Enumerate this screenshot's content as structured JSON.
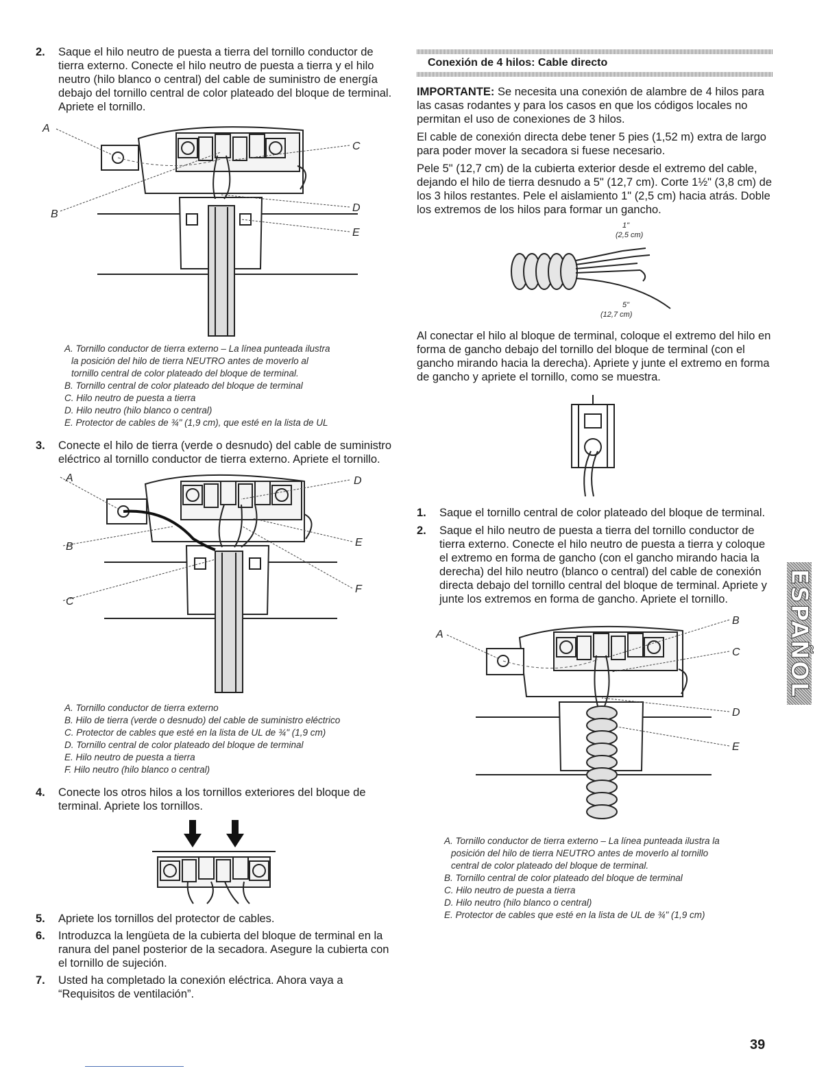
{
  "left": {
    "step2": {
      "num": "2.",
      "text": "Saque el hilo neutro de puesta a tierra del tornillo conductor de tierra externo. Conecte el hilo neutro de puesta a tierra y el hilo neutro (hilo blanco o central) del cable de suministro de energía debajo del tornillo central de color plateado del bloque de terminal. Apriete el tornillo."
    },
    "fig1": {
      "labels": [
        "A",
        "B",
        "C",
        "D",
        "E"
      ],
      "captions": [
        "A. Tornillo conductor de tierra externo – La línea punteada ilustra",
        "la posición del hilo de tierra NEUTRO antes de moverlo al",
        "tornillo central de color plateado del bloque de terminal.",
        "B. Tornillo central de color plateado del bloque de terminal",
        "C. Hilo neutro de puesta a tierra",
        "D. Hilo neutro (hilo blanco o central)",
        "E. Protector de cables de ¾\" (1,9 cm), que esté en la lista de UL"
      ]
    },
    "step3": {
      "num": "3.",
      "text": "Conecte el hilo de tierra (verde o desnudo) del cable de suministro eléctrico al tornillo conductor de tierra externo. Apriete el tornillo."
    },
    "fig2": {
      "labels": [
        "A",
        "B",
        "C",
        "D",
        "E",
        "F"
      ],
      "captions": [
        "A. Tornillo conductor de tierra externo",
        "B. Hilo de tierra (verde o desnudo) del cable de suministro eléctrico",
        "C. Protector de cables que esté en la lista de UL de ¾\" (1,9 cm)",
        "D. Tornillo central de color plateado del bloque de terminal",
        "E. Hilo neutro de puesta a tierra",
        "F. Hilo neutro (hilo blanco o central)"
      ]
    },
    "step4": {
      "num": "4.",
      "text": "Conecte los otros hilos a los tornillos exteriores del bloque de terminal. Apriete los tornillos."
    },
    "step5": {
      "num": "5.",
      "text": "Apriete los tornillos del protector de cables."
    },
    "step6": {
      "num": "6.",
      "text": "Introduzca la lengüeta de la cubierta del bloque de terminal en la ranura del panel posterior de la secadora. Asegure la cubierta con el tornillo de sujeción."
    },
    "step7": {
      "num": "7.",
      "text": "Usted ha completado la conexión eléctrica. Ahora vaya a “Requisitos de ventilación”."
    }
  },
  "right": {
    "section_title": "Conexión de 4 hilos: Cable directo",
    "important_label": "IMPORTANTE:",
    "important_text": " Se necesita una conexión de alambre de 4 hilos para las casas rodantes y para los casos en que los códigos locales no permitan el uso de conexiones de 3 hilos.",
    "para2": "El cable de conexión directa debe tener 5 pies (1,52 m) extra de largo para poder mover la secadora si fuese necesario.",
    "para3": "Pele 5\" (12,7 cm) de la cubierta exterior desde el extremo del cable, dejando el hilo de tierra desnudo a 5\" (12,7 cm). Corte 1½\" (3,8 cm) de los 3 hilos restantes. Pele el aislamiento 1\" (2,5 cm) hacia atrás. Doble los extremos de los hilos para formar un gancho.",
    "cable_fig": {
      "dim1": "1\"",
      "dim1b": "(2,5 cm)",
      "dim2": "5\"",
      "dim2b": "(12,7 cm)"
    },
    "para4": "Al conectar el hilo al bloque de terminal, coloque el extremo del hilo en forma de gancho debajo del tornillo del bloque de terminal (con el gancho mirando hacia la derecha). Apriete y junte el extremo en forma de gancho y apriete el tornillo, como se muestra.",
    "step1": {
      "num": "1.",
      "text": "Saque el tornillo central de color plateado del bloque de terminal."
    },
    "step2": {
      "num": "2.",
      "text": "Saque el hilo neutro de puesta a tierra del tornillo conductor de tierra externo. Conecte el hilo neutro de puesta a tierra y coloque el extremo en forma de gancho (con el gancho mirando hacia la derecha) del hilo neutro (blanco o central) del cable de conexión directa debajo del tornillo central del bloque de terminal. Apriete y junte los extremos en forma de gancho. Apriete el tornillo."
    },
    "fig3": {
      "labels": [
        "A",
        "B",
        "C",
        "D",
        "E"
      ],
      "captions": [
        "A. Tornillo conductor de tierra externo – La línea punteada ilustra la",
        "posición del hilo de tierra NEUTRO antes de moverlo al tornillo",
        "central de color plateado del bloque de terminal.",
        "B. Tornillo central de color plateado del bloque de terminal",
        "C. Hilo neutro de puesta a tierra",
        "D. Hilo neutro (hilo blanco o central)",
        "E. Protector de cables que esté en la lista de UL de ¾\" (1,9 cm)"
      ]
    }
  },
  "side_tab": "ESPAÑOL",
  "page_number": "39"
}
